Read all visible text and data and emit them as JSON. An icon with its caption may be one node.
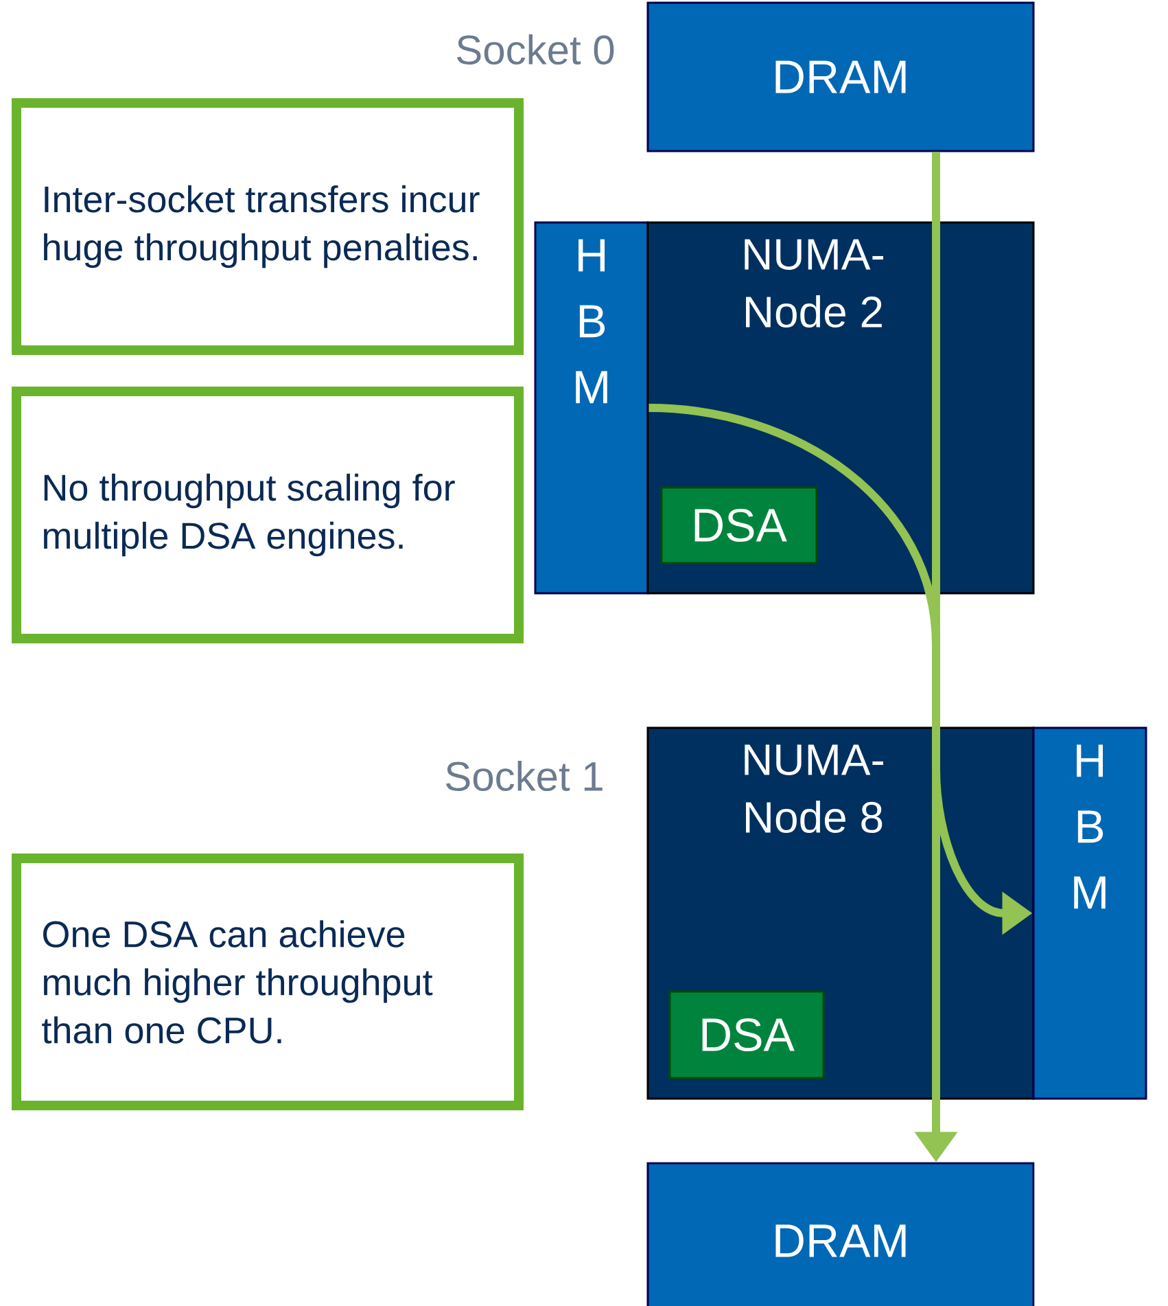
{
  "diagram": {
    "nodes": [
      {
        "text": [
          "DRAM"
        ]
      },
      {
        "text": [
          "H B M"
        ]
      },
      {
        "text": [
          "NUMA-Node 2"
        ]
      },
      {
        "text": [
          "DSA"
        ],
        "in": 2
      },
      {
        "text": [
          "NUMA-Node 8"
        ]
      },
      {
        "text": [
          "H B M"
        ]
      },
      {
        "text": [
          "DSA"
        ],
        "in": 4
      },
      {
        "text": [
          "DRAM"
        ]
      },
      {
        "text": [
          "Inter-socket transfers incur huge throughput penalties."
        ]
      },
      {
        "text": [
          "No throughput scaling for multiple DSA engines."
        ]
      },
      {
        "text": [
          "One DSA can achieve much higher throughput than one CPU."
        ]
      }
    ],
    "edges": [
      {
        "from": 0,
        "to": 7,
        "arrow": "to"
      },
      {
        "from": 1,
        "to": 5,
        "arrow": "to"
      }
    ],
    "labels": [
      "Socket 0",
      "Socket 1"
    ]
  }
}
